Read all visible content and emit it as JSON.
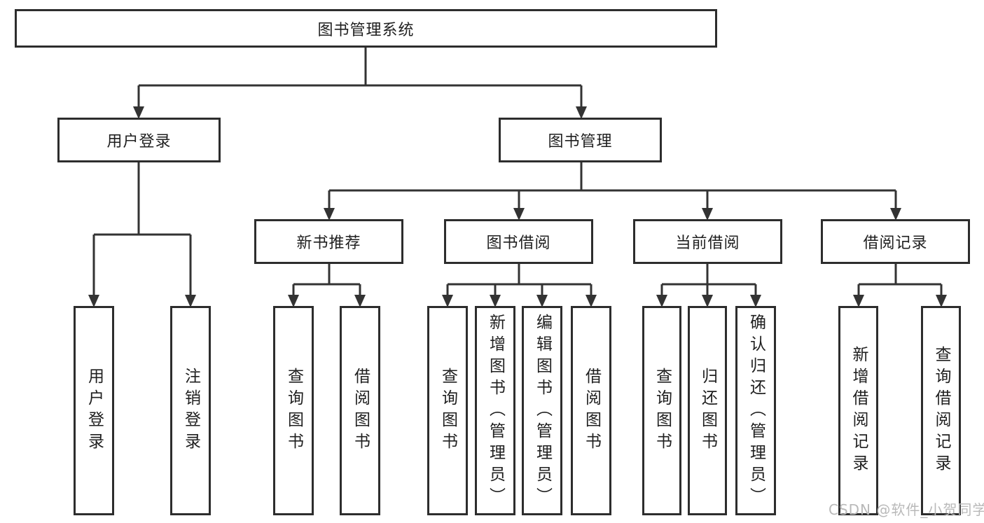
{
  "nodes": {
    "root": "图书管理系统",
    "user_login": "用户登录",
    "book_management": "图书管理",
    "new_book_recommend": "新书推荐",
    "book_borrowing": "图书借阅",
    "current_borrowing": "当前借阅",
    "borrowing_records": "借阅记录",
    "leaf_user_login": "用户登录",
    "leaf_logout": "注销登录",
    "leaf_query_books_1": "查询图书",
    "leaf_borrow_books_1": "借阅图书",
    "leaf_query_books_2": "查询图书",
    "leaf_add_books_admin": "新增图书（管理员）",
    "leaf_edit_books_admin": "编辑图书（管理员）",
    "leaf_borrow_books_2": "借阅图书",
    "leaf_query_books_3": "查询图书",
    "leaf_return_books": "归还图书",
    "leaf_confirm_return_admin": "确认归还（管理员）",
    "leaf_add_borrow_record": "新增借阅记录",
    "leaf_query_borrow_record": "查询借阅记录"
  },
  "watermark": "CSDN @软件_小贺同学",
  "colors": {
    "box_border": "#2d2d2d",
    "connector": "#333333",
    "text": "#1f1f1f",
    "watermark": "#b9b9b9",
    "background": "#ffffff"
  }
}
